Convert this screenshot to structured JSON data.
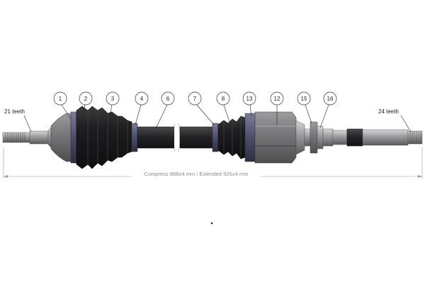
{
  "labels": {
    "left_spline": "21 teeth",
    "right_spline": "24 teeth",
    "dimension": "Compress 888±4 mm / Extended 925±4 mm"
  },
  "callouts": [
    "1",
    "2",
    "3",
    "4",
    "6",
    "7",
    "8",
    "13",
    "12",
    "15",
    "16"
  ],
  "colors": {
    "boot": "#1c1c1e",
    "boot_highlight": "#3a3a3e",
    "shaft": "#2a2a2c",
    "housing": "#6e6e70",
    "housing_light": "#a8a8aa",
    "clamp": "#4a4e6a",
    "metal": "#8a8a8c",
    "metal_light": "#c4c4c6",
    "leader": "#222222",
    "dimension": "#9a9a9a"
  }
}
